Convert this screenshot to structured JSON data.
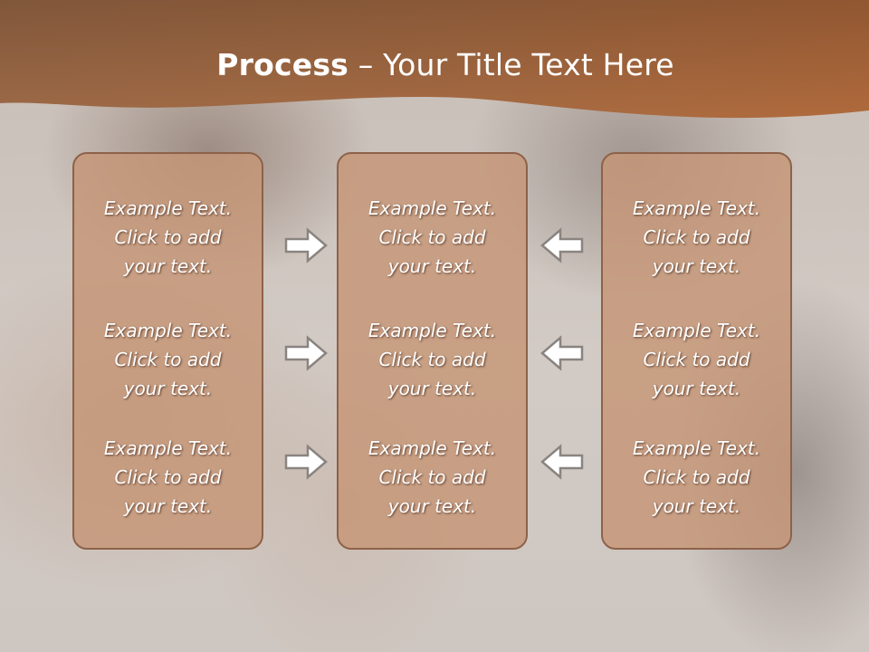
{
  "slide": {
    "title_bold": "Process",
    "title_rest": " – Your Title Text Here"
  },
  "columns": [
    {
      "items": [
        {
          "l1": "Example Text.",
          "l2": "Click  to add",
          "l3": "your text."
        },
        {
          "l1": "Example Text.",
          "l2": "Click  to add",
          "l3": "your text."
        },
        {
          "l1": "Example Text.",
          "l2": "Click  to add",
          "l3": "your text."
        }
      ]
    },
    {
      "items": [
        {
          "l1": "Example Text.",
          "l2": "Click  to add",
          "l3": "your text."
        },
        {
          "l1": "Example Text.",
          "l2": "Click  to add",
          "l3": "your text."
        },
        {
          "l1": "Example Text.",
          "l2": "Click  to add",
          "l3": "your text."
        }
      ]
    },
    {
      "items": [
        {
          "l1": "Example Text.",
          "l2": "Click  to add",
          "l3": "your text."
        },
        {
          "l1": "Example Text.",
          "l2": "Click  to add",
          "l3": "your text."
        },
        {
          "l1": "Example Text.",
          "l2": "Click  to add",
          "l3": "your text."
        }
      ]
    }
  ],
  "arrows": {
    "left_group": "right-arrow-icon",
    "right_group": "left-arrow-icon"
  },
  "colors": {
    "header": "#a4673e",
    "box_fill": "#c69676",
    "box_border": "#8d6249",
    "text": "#ffffff"
  }
}
